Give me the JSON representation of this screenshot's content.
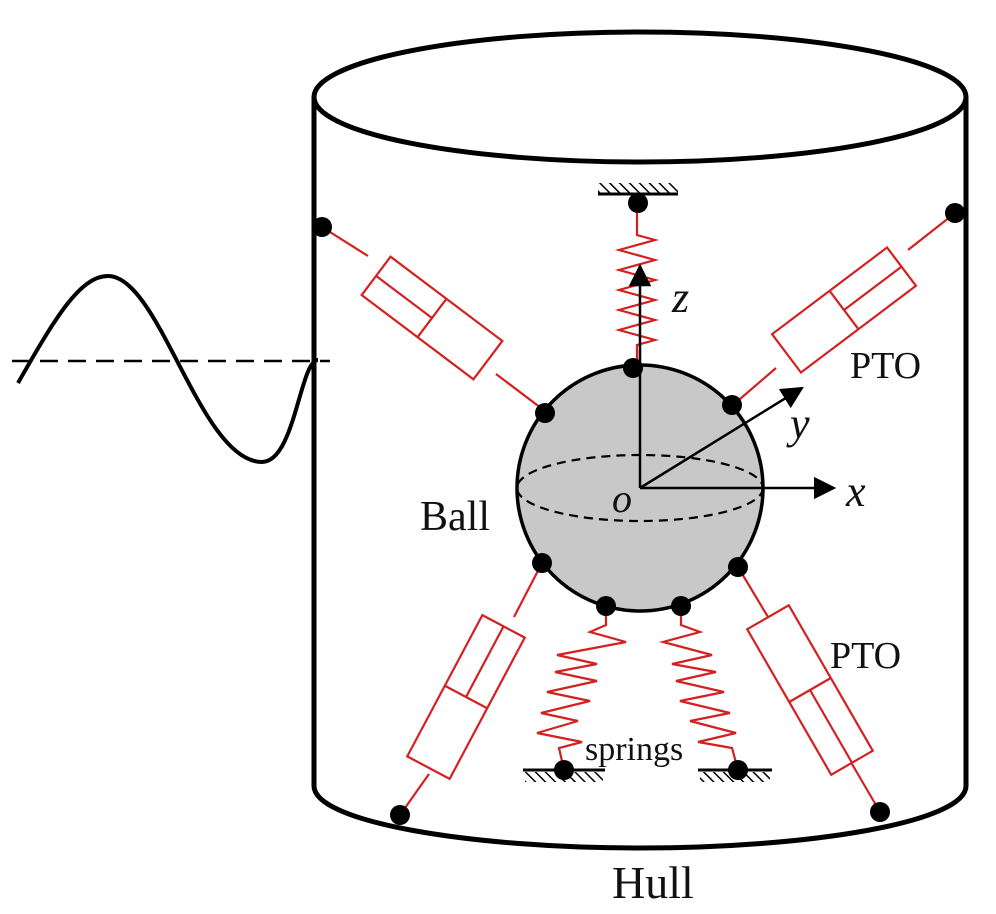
{
  "labels": {
    "z": "z",
    "y": "y",
    "x": "x",
    "origin": "o",
    "ball": "Ball",
    "pto_upper": "PTO",
    "pto_lower": "PTO",
    "springs": "springs",
    "hull": "Hull"
  },
  "colors": {
    "stroke": "#000000",
    "spring_pto": "#d42020",
    "ball_fill": "#c8c8c8",
    "background": "#ffffff"
  }
}
